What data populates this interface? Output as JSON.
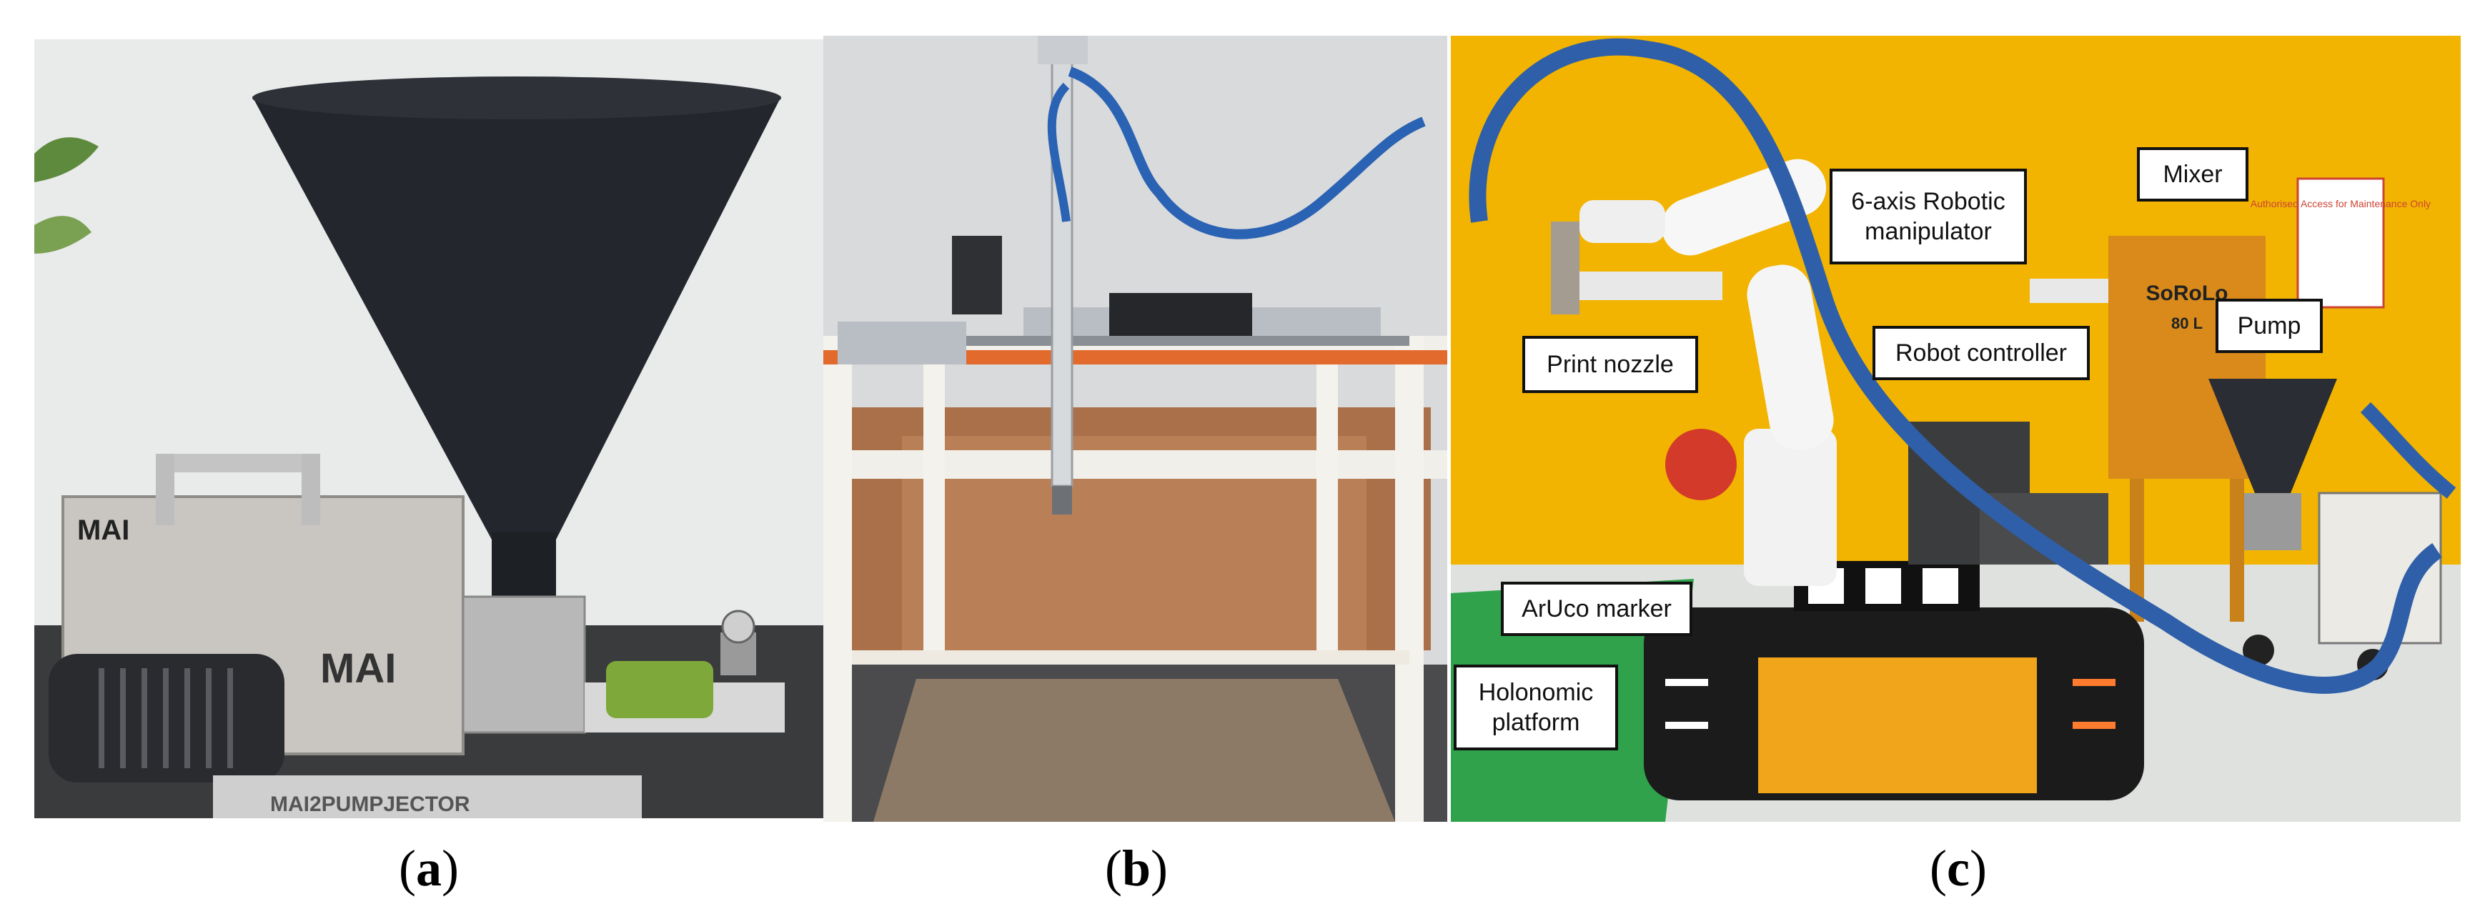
{
  "captions": {
    "a": {
      "open": "(",
      "letter": "a",
      "close": ")"
    },
    "b": {
      "open": "(",
      "letter": "b",
      "close": ")"
    },
    "c": {
      "open": "(",
      "letter": "c",
      "close": ")"
    }
  },
  "panel_a": {
    "brand_small": "MAI",
    "brand_large": "MAI",
    "base_text": "MAI2PUMPJECTOR"
  },
  "panel_c": {
    "labels": {
      "manipulator": "6-axis Robotic manipulator",
      "print_nozzle": "Print nozzle",
      "robot_controller": "Robot controller",
      "aruco_marker": "ArUco marker",
      "holonomic_platform": "Holonomic platform",
      "mixer": "Mixer",
      "pump": "Pump"
    },
    "sign_text": "Authorised Access for Maintenance Only",
    "mixer_brand": "SoRoLo",
    "mixer_capacity": "80 L"
  },
  "colors": {
    "wall_yellow": "#f2b400",
    "platform_orange": "#f0a51b",
    "hose_blue": "#2f5fa8",
    "hopper_black": "#2a2d33"
  }
}
